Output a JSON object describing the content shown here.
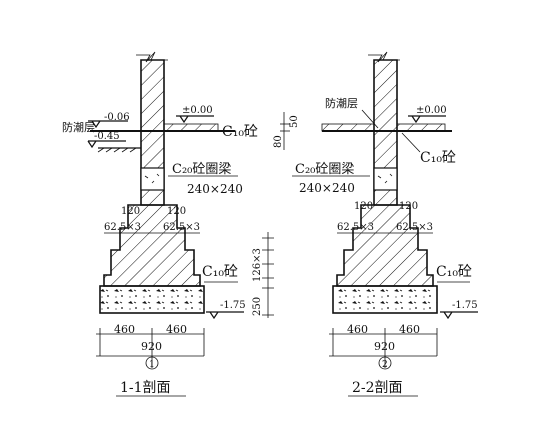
{
  "section_1": {
    "elev_ground_left": "-0.06",
    "elev_ground_low": "-0.45",
    "dpc_label": "防潮层",
    "floor_elev": "±0.00",
    "c10_top": "C₁₀砼",
    "dim_80": "80",
    "dim_50": "50",
    "beam_label": "C₂₀砼圈梁",
    "beam_size": "240×240",
    "dim_120_left": "120",
    "dim_120_right": "120",
    "step_left": "62.5×3",
    "step_right": "62.5×3",
    "dim_126x3": "126×3",
    "dim_250": "250",
    "c10_bottom": "C₁₀砼",
    "elev_bottom": "-1.75",
    "dim_460_left": "460",
    "dim_460_right": "460",
    "dim_920": "920",
    "circle_no": "1",
    "title": "1-1剖面"
  },
  "section_2": {
    "dpc_label": "防潮层",
    "floor_elev": "±0.00",
    "c10_top": "C₁₀砼",
    "beam_label": "C₂₀砼圈梁",
    "beam_size": "240×240",
    "dim_120_left": "120",
    "dim_120_right": "120",
    "step_left": "62.5×3",
    "step_right": "62.5×3",
    "c10_bottom": "C₁₀砼",
    "elev_bottom": "-1.75",
    "dim_460_left": "460",
    "dim_460_right": "460",
    "dim_920": "920",
    "circle_no": "2",
    "title": "2-2剖面"
  }
}
